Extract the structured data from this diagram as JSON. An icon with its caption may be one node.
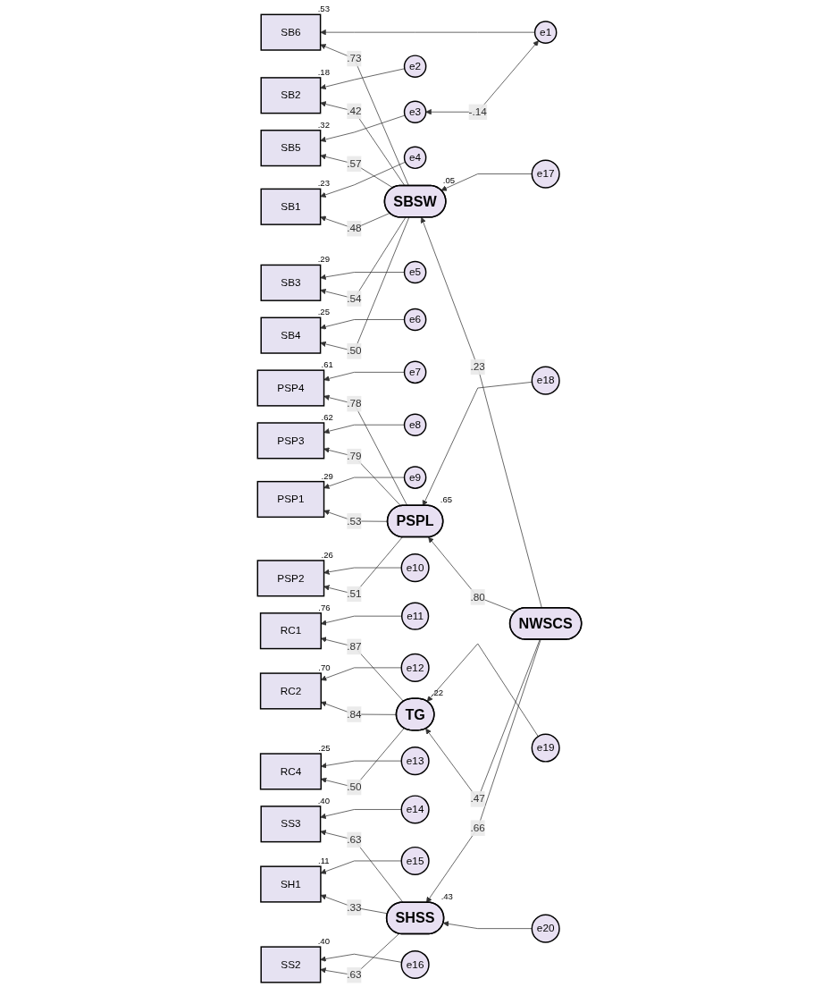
{
  "diagram": {
    "nodes": [
      {
        "text": [
          "e17"
        ]
      },
      {
        "text": [
          "e1"
        ]
      },
      {
        "text": [
          "SB6"
        ],
        "beside": [
          ".53"
        ]
      },
      {
        "text": [
          "e2"
        ]
      },
      {
        "text": [
          "SB2"
        ],
        "beside": [
          ".18"
        ]
      },
      {
        "text": [
          "e3"
        ]
      },
      {
        "text": [
          "SB5"
        ],
        "beside": [
          ".32"
        ]
      },
      {
        "text": [
          "e4"
        ]
      },
      {
        "text": [
          "SB1"
        ],
        "beside": [
          ".23"
        ]
      },
      {
        "text": [
          "e5"
        ]
      },
      {
        "text": [
          "SB3"
        ],
        "beside": [
          ".29"
        ]
      },
      {
        "text": [
          "e6"
        ]
      },
      {
        "text": [
          "SB4"
        ],
        "beside": [
          ".25"
        ]
      },
      {
        "text": [
          "SBSW"
        ],
        "beside": [
          ".05"
        ]
      },
      {
        "text": [
          "e18"
        ]
      },
      {
        "text": [
          "e7"
        ]
      },
      {
        "text": [
          "PSP4"
        ],
        "beside": [
          ".61"
        ]
      },
      {
        "text": [
          "e8"
        ]
      },
      {
        "text": [
          "PSP3"
        ],
        "beside": [
          ".62"
        ]
      },
      {
        "text": [
          "e9"
        ]
      },
      {
        "text": [
          "PSP1"
        ],
        "beside": [
          ".29"
        ]
      },
      {
        "text": [
          "e10"
        ]
      },
      {
        "text": [
          "PSP2"
        ],
        "beside": [
          ".26"
        ]
      },
      {
        "text": [
          "PSPL"
        ],
        "beside": [
          ".65"
        ]
      },
      {
        "text": [
          "NWSCS"
        ]
      },
      {
        "text": [
          "e19"
        ]
      },
      {
        "text": [
          "e11"
        ]
      },
      {
        "text": [
          "RC1"
        ],
        "beside": [
          ".76"
        ]
      },
      {
        "text": [
          "e12"
        ]
      },
      {
        "text": [
          "RC2"
        ],
        "beside": [
          ".70"
        ]
      },
      {
        "text": [
          "e13"
        ]
      },
      {
        "text": [
          "RC4"
        ],
        "beside": [
          ".25"
        ]
      },
      {
        "text": [
          "TG"
        ],
        "beside": [
          ".22"
        ]
      },
      {
        "text": [
          "e20"
        ]
      },
      {
        "text": [
          "e14"
        ]
      },
      {
        "text": [
          "SS3"
        ],
        "beside": [
          ".40"
        ]
      },
      {
        "text": [
          "e15"
        ]
      },
      {
        "text": [
          "SH1"
        ],
        "beside": [
          ".11"
        ]
      },
      {
        "text": [
          "e16"
        ]
      },
      {
        "text": [
          "SS2"
        ],
        "beside": [
          ".40"
        ]
      },
      {
        "text": [
          "SHSS"
        ],
        "beside": [
          ".43"
        ]
      }
    ],
    "edges": [
      {
        "from": 1,
        "to": 2,
        "arrow": "to"
      },
      {
        "from": 3,
        "to": 4,
        "arrow": "to"
      },
      {
        "from": 5,
        "to": 6,
        "arrow": "to"
      },
      {
        "from": 7,
        "to": 8,
        "arrow": "to"
      },
      {
        "from": 9,
        "to": 10,
        "arrow": "to"
      },
      {
        "from": 11,
        "to": 12,
        "arrow": "to"
      },
      {
        "from": 1,
        "to": 5,
        "arrow": "both",
        "label": "-.14"
      },
      {
        "from": 13,
        "to": 2,
        "arrow": "to",
        "label": ".73"
      },
      {
        "from": 13,
        "to": 4,
        "arrow": "to",
        "label": ".42"
      },
      {
        "from": 13,
        "to": 6,
        "arrow": "to",
        "label": ".57"
      },
      {
        "from": 13,
        "to": 8,
        "arrow": "to",
        "label": ".48"
      },
      {
        "from": 13,
        "to": 10,
        "arrow": "to",
        "label": ".54"
      },
      {
        "from": 13,
        "to": 12,
        "arrow": "to",
        "label": ".50"
      },
      {
        "from": 0,
        "to": 13,
        "arrow": "to"
      },
      {
        "from": 24,
        "to": 13,
        "arrow": "to",
        "label": ".23"
      },
      {
        "from": 14,
        "to": 23,
        "arrow": "to"
      },
      {
        "from": 15,
        "to": 16,
        "arrow": "to"
      },
      {
        "from": 17,
        "to": 18,
        "arrow": "to"
      },
      {
        "from": 19,
        "to": 20,
        "arrow": "to"
      },
      {
        "from": 21,
        "to": 22,
        "arrow": "to"
      },
      {
        "from": 23,
        "to": 16,
        "arrow": "to",
        "label": ".78"
      },
      {
        "from": 23,
        "to": 18,
        "arrow": "to",
        "label": ".79"
      },
      {
        "from": 23,
        "to": 20,
        "arrow": "to",
        "label": ".53"
      },
      {
        "from": 23,
        "to": 22,
        "arrow": "to",
        "label": ".51"
      },
      {
        "from": 24,
        "to": 23,
        "arrow": "to",
        "label": ".80"
      },
      {
        "from": 25,
        "to": 32,
        "arrow": "to"
      },
      {
        "from": 26,
        "to": 27,
        "arrow": "to"
      },
      {
        "from": 28,
        "to": 29,
        "arrow": "to"
      },
      {
        "from": 30,
        "to": 31,
        "arrow": "to"
      },
      {
        "from": 32,
        "to": 27,
        "arrow": "to",
        "label": ".87"
      },
      {
        "from": 32,
        "to": 29,
        "arrow": "to",
        "label": ".84"
      },
      {
        "from": 32,
        "to": 31,
        "arrow": "to",
        "label": ".50"
      },
      {
        "from": 24,
        "to": 32,
        "arrow": "to",
        "label": ".47"
      },
      {
        "from": 24,
        "to": 40,
        "arrow": "to",
        "label": ".66"
      },
      {
        "from": 33,
        "to": 40,
        "arrow": "to"
      },
      {
        "from": 34,
        "to": 35,
        "arrow": "to"
      },
      {
        "from": 36,
        "to": 37,
        "arrow": "to"
      },
      {
        "from": 38,
        "to": 39,
        "arrow": "to"
      },
      {
        "from": 40,
        "to": 35,
        "arrow": "to",
        "label": ".63"
      },
      {
        "from": 40,
        "to": 37,
        "arrow": "to",
        "label": ".33"
      },
      {
        "from": 40,
        "to": 39,
        "arrow": "to",
        "label": ".63"
      }
    ]
  }
}
